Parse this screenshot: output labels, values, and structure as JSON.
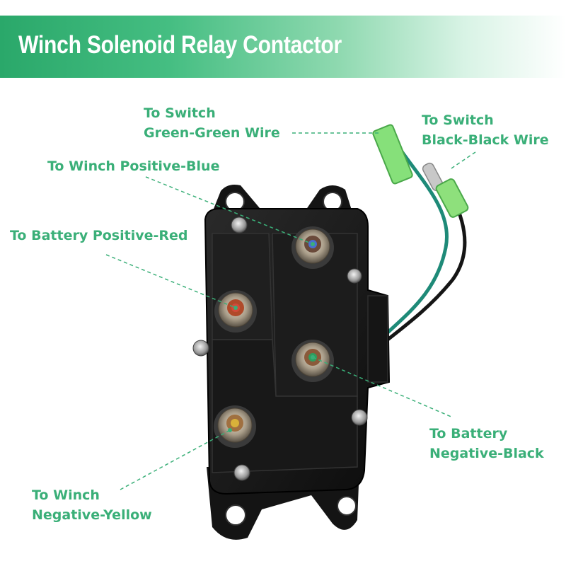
{
  "header": {
    "title": "Winch Solenoid Relay Contactor"
  },
  "labels": {
    "switch_green": {
      "line1": "To Switch",
      "line2": "Green-Green Wire"
    },
    "switch_black": {
      "line1": "To Switch",
      "line2": "Black-Black Wire"
    },
    "winch_positive": "To Winch Positive-Blue",
    "battery_positive": "To Battery Positive-Red",
    "battery_negative": {
      "line1": "To Battery",
      "line2": "Negative-Black"
    },
    "winch_negative": {
      "line1": "To Winch",
      "line2": "Negative-Yellow"
    }
  },
  "colors": {
    "accent": "#3aaf78",
    "banner": "#2aa86a",
    "body": "#1a1a1a",
    "terminal_blue": "#4a6fd0",
    "terminal_red": "#d24a3a",
    "terminal_green": "#2e9e5e",
    "terminal_yellow": "#d8b23a"
  }
}
